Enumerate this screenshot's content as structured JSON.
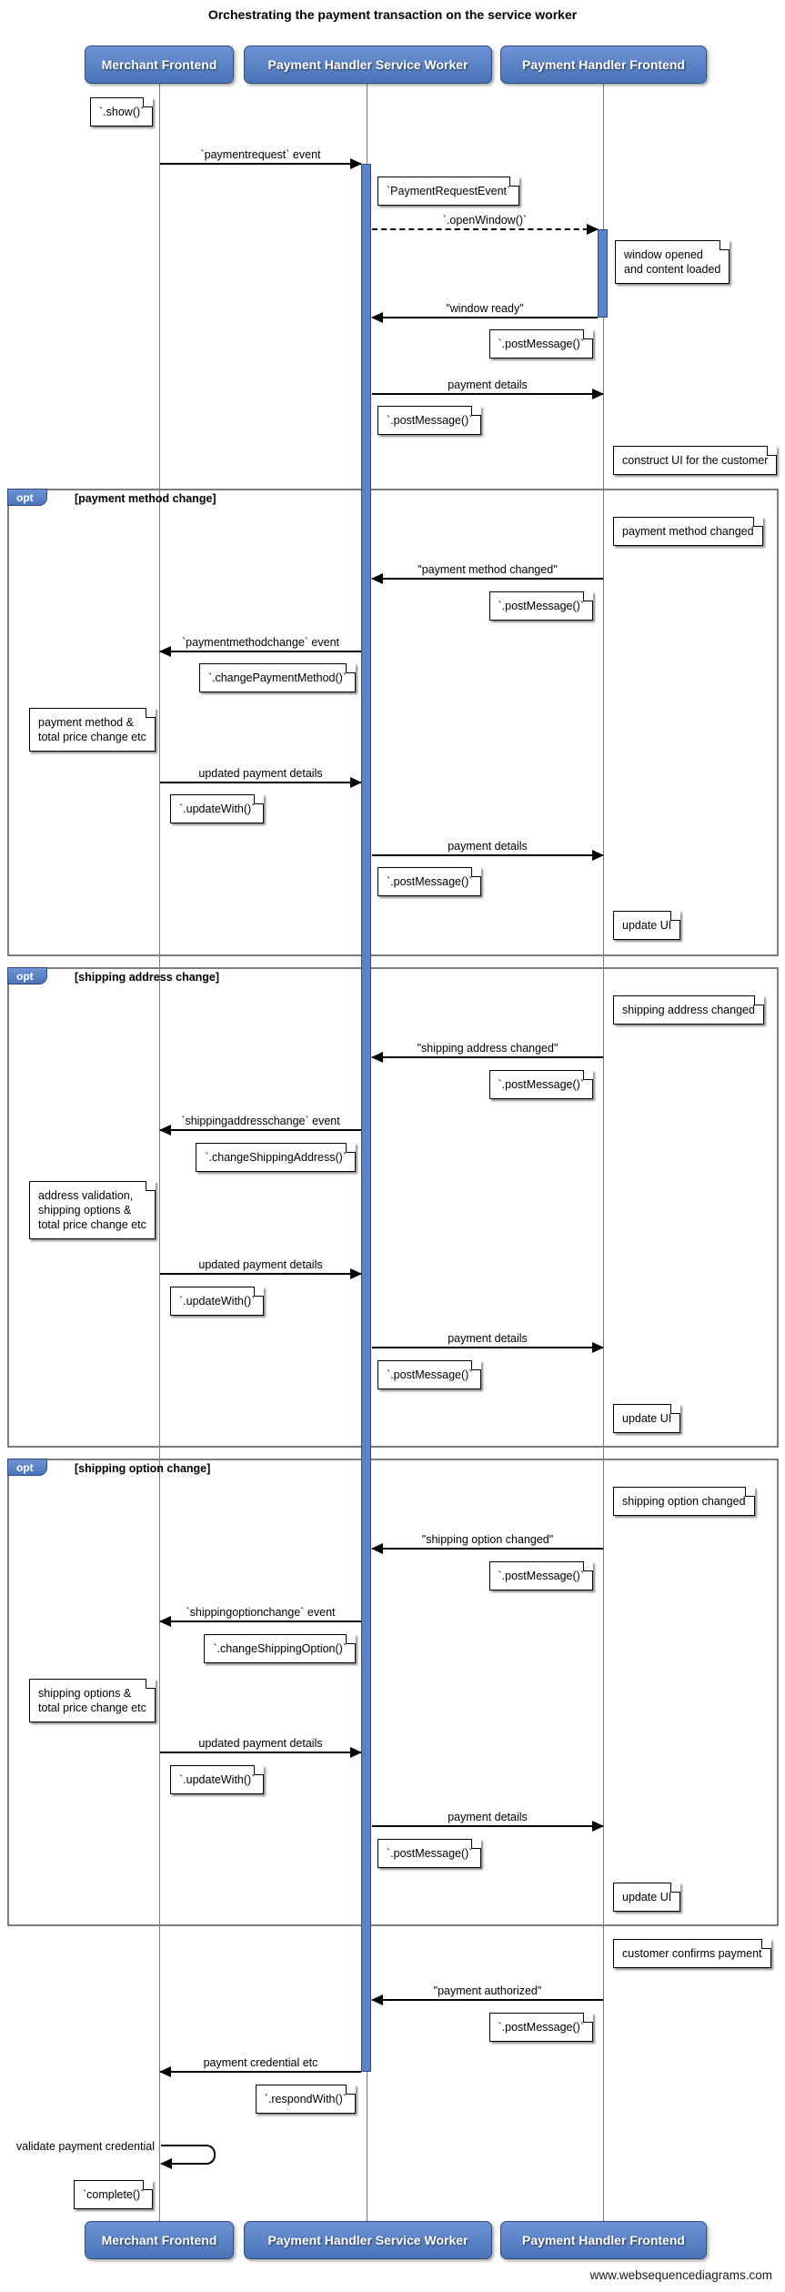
{
  "title": "Orchestrating the payment transaction on the service worker",
  "footer": "www.websequencediagrams.com",
  "participants": {
    "merchant": "Merchant Frontend",
    "service_worker": "Payment Handler Service Worker",
    "frontend": "Payment Handler Frontend"
  },
  "colors": {
    "participant_fill": "#4f7dc3",
    "participant_border": "#2e4d7e",
    "participant_text": "#ffffff",
    "activation_fill": "#5b84c8",
    "fragment_border": "#7d7d7d",
    "note_fill": "#ffffff",
    "line": "#000000"
  },
  "fragments": [
    {
      "keyword": "opt",
      "condition": "[payment method change]"
    },
    {
      "keyword": "opt",
      "condition": "[shipping address change]"
    },
    {
      "keyword": "opt",
      "condition": "[shipping option change]"
    }
  ],
  "messages": [
    {
      "label": "`paymentrequest` event",
      "from": "Merchant Frontend",
      "to": "Payment Handler Service Worker",
      "line": "solid"
    },
    {
      "label": "`.openWindow()`",
      "from": "Payment Handler Service Worker",
      "to": "Payment Handler Frontend",
      "line": "dashed"
    },
    {
      "label": "\"window ready\"",
      "from": "Payment Handler Frontend",
      "to": "Payment Handler Service Worker",
      "line": "solid"
    },
    {
      "label": "payment details",
      "from": "Payment Handler Service Worker",
      "to": "Payment Handler Frontend",
      "line": "solid"
    },
    {
      "label": "\"payment method changed\"",
      "from": "Payment Handler Frontend",
      "to": "Payment Handler Service Worker",
      "line": "solid"
    },
    {
      "label": "`paymentmethodchange` event",
      "from": "Payment Handler Service Worker",
      "to": "Merchant Frontend",
      "line": "solid"
    },
    {
      "label": "updated payment details",
      "from": "Merchant Frontend",
      "to": "Payment Handler Service Worker",
      "line": "solid"
    },
    {
      "label": "payment details",
      "from": "Payment Handler Service Worker",
      "to": "Payment Handler Frontend",
      "line": "solid"
    },
    {
      "label": "\"shipping address changed\"",
      "from": "Payment Handler Frontend",
      "to": "Payment Handler Service Worker",
      "line": "solid"
    },
    {
      "label": "`shippingaddresschange` event",
      "from": "Payment Handler Service Worker",
      "to": "Merchant Frontend",
      "line": "solid"
    },
    {
      "label": "updated payment details",
      "from": "Merchant Frontend",
      "to": "Payment Handler Service Worker",
      "line": "solid"
    },
    {
      "label": "payment details",
      "from": "Payment Handler Service Worker",
      "to": "Payment Handler Frontend",
      "line": "solid"
    },
    {
      "label": "\"shipping option changed\"",
      "from": "Payment Handler Frontend",
      "to": "Payment Handler Service Worker",
      "line": "solid"
    },
    {
      "label": "`shippingoptionchange` event",
      "from": "Payment Handler Service Worker",
      "to": "Merchant Frontend",
      "line": "solid"
    },
    {
      "label": "updated payment details",
      "from": "Merchant Frontend",
      "to": "Payment Handler Service Worker",
      "line": "solid"
    },
    {
      "label": "payment details",
      "from": "Payment Handler Service Worker",
      "to": "Payment Handler Frontend",
      "line": "solid"
    },
    {
      "label": "\"payment authorized\"",
      "from": "Payment Handler Frontend",
      "to": "Payment Handler Service Worker",
      "line": "solid"
    },
    {
      "label": "payment credential etc",
      "from": "Payment Handler Service Worker",
      "to": "Merchant Frontend",
      "line": "solid"
    },
    {
      "label": "validate payment credential",
      "from": "Merchant Frontend",
      "to": "Merchant Frontend",
      "line": "self"
    }
  ],
  "notes": [
    {
      "text": "`.show()`"
    },
    {
      "text": "`PaymentRequestEvent`"
    },
    {
      "text": "window opened\nand content loaded"
    },
    {
      "text": "`.postMessage()`"
    },
    {
      "text": "`.postMessage()`"
    },
    {
      "text": "construct UI for the customer"
    },
    {
      "text": "payment method changed"
    },
    {
      "text": "`.postMessage()`"
    },
    {
      "text": "`.changePaymentMethod()`"
    },
    {
      "text": "payment method &\ntotal price change etc"
    },
    {
      "text": "`.updateWith()`"
    },
    {
      "text": "`.postMessage()`"
    },
    {
      "text": "update UI"
    },
    {
      "text": "shipping address changed"
    },
    {
      "text": "`.postMessage()`"
    },
    {
      "text": "`.changeShippingAddress()`"
    },
    {
      "text": "address validation,\nshipping options &\ntotal price change etc"
    },
    {
      "text": "`.updateWith()`"
    },
    {
      "text": "`.postMessage()`"
    },
    {
      "text": "update UI"
    },
    {
      "text": "shipping option changed"
    },
    {
      "text": "`.postMessage()`"
    },
    {
      "text": "`.changeShippingOption()`"
    },
    {
      "text": "shipping options &\ntotal price change etc"
    },
    {
      "text": "`.updateWith()`"
    },
    {
      "text": "`.postMessage()`"
    },
    {
      "text": "update UI"
    },
    {
      "text": "customer confirms payment"
    },
    {
      "text": "`.postMessage()`"
    },
    {
      "text": "`.respondWith()`"
    },
    {
      "text": "`complete()`"
    }
  ]
}
